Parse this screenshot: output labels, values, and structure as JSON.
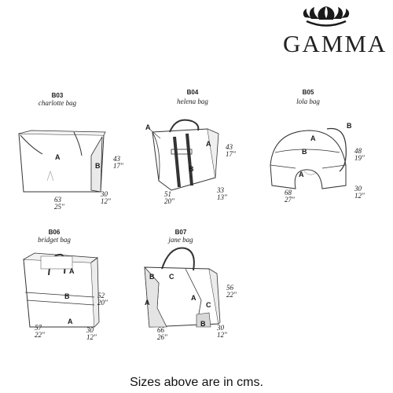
{
  "brand": {
    "name": "GAMMA",
    "logo_icon": "lotus-logo-icon"
  },
  "bags": [
    {
      "code": "B03",
      "name": "charlotte bag",
      "labels": [
        "A",
        "B"
      ],
      "height_cm": "43",
      "height_in": "17\"",
      "width_cm": "63",
      "width_in": "25\"",
      "depth_cm": "30",
      "depth_in": "12\""
    },
    {
      "code": "B04",
      "name": "helena bag",
      "labels": [
        "A",
        "A",
        "B"
      ],
      "height_cm": "43",
      "height_in": "17\"",
      "width_cm": "51",
      "width_in": "20\"",
      "depth_cm": "33",
      "depth_in": "13\""
    },
    {
      "code": "B05",
      "name": "lola bag",
      "labels": [
        "A",
        "B",
        "A",
        "B"
      ],
      "height_cm": "48",
      "height_in": "19\"",
      "width_cm": "68",
      "width_in": "27\"",
      "depth_cm": "30",
      "depth_in": "12\""
    },
    {
      "code": "B06",
      "name": "bridget bag",
      "labels": [
        "A",
        "B",
        "A"
      ],
      "height_cm": "52",
      "height_in": "20\"",
      "width_cm": "57",
      "width_in": "22\"",
      "depth_cm": "30",
      "depth_in": "12\""
    },
    {
      "code": "B07",
      "name": "jane bag",
      "labels": [
        "B",
        "C",
        "A",
        "A",
        "C",
        "B"
      ],
      "height_cm": "56",
      "height_in": "22\"",
      "width_cm": "66",
      "width_in": "26\"",
      "depth_cm": "30",
      "depth_in": "12\""
    }
  ],
  "footer": "Sizes above are in cms."
}
